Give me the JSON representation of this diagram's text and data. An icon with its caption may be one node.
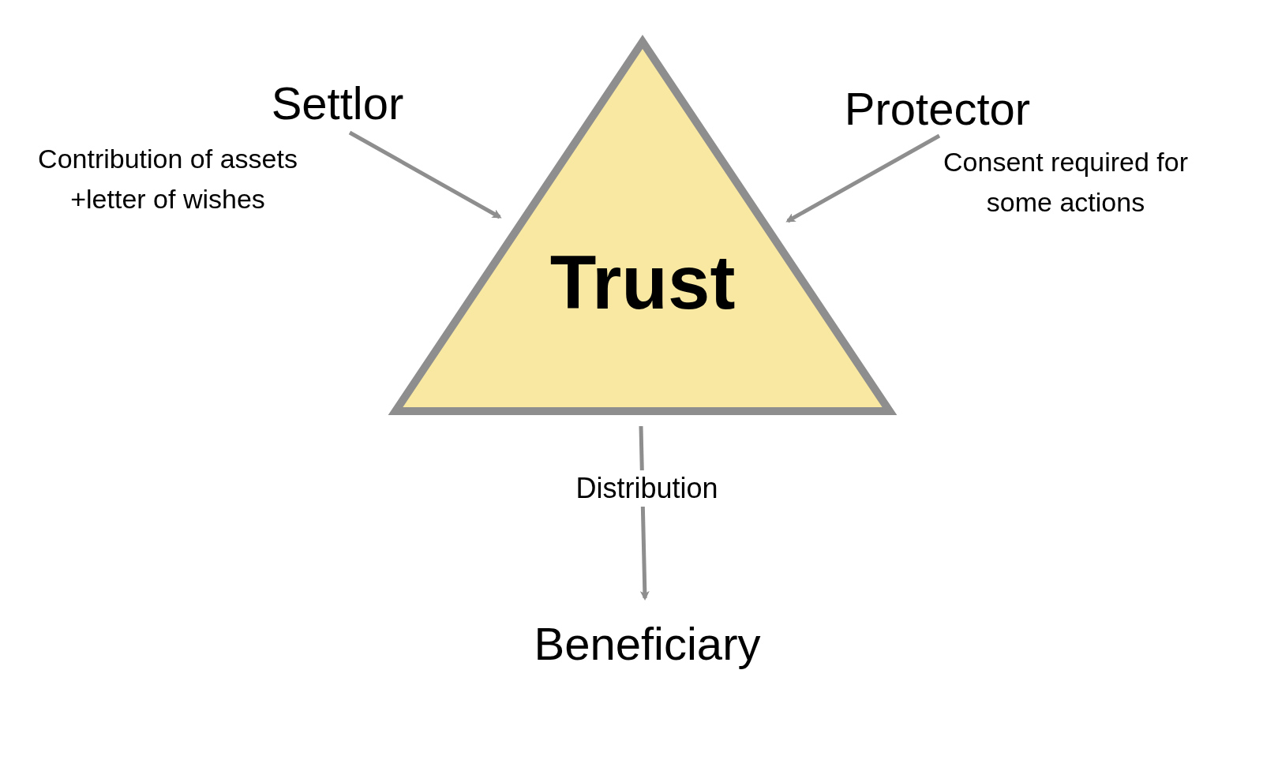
{
  "diagram": {
    "nodes": [
      {
        "text": [
          "Trust"
        ]
      },
      {
        "text": [
          "Settlor"
        ],
        "beside": [
          "Contribution of assets +letter of wishes"
        ]
      },
      {
        "text": [
          "Protector"
        ],
        "beside": [
          "Consent required for some actions"
        ]
      },
      {
        "text": [
          "Beneficiary"
        ]
      }
    ],
    "edges": [
      {
        "from": 1,
        "to": 0,
        "arrow": "to"
      },
      {
        "from": 2,
        "to": 0,
        "arrow": "to"
      },
      {
        "from": 0,
        "to": 3,
        "arrow": "to",
        "label": "Distribution"
      }
    ]
  }
}
